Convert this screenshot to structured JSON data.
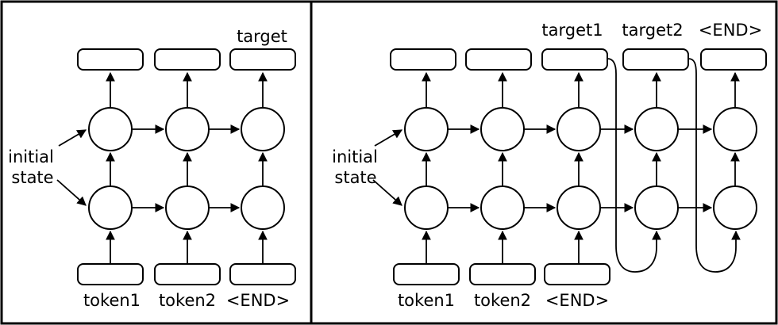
{
  "colors": {
    "ink": "#000000",
    "paper": "#ffffff"
  },
  "left_panel": {
    "target_label": "target",
    "input_labels": [
      "token1",
      "token2",
      "<END>"
    ],
    "initial_state": {
      "line1": "initial",
      "line2": "state"
    }
  },
  "right_panel": {
    "output_labels": [
      "target1",
      "target2",
      "<END>"
    ],
    "input_labels": [
      "token1",
      "token2",
      "<END>"
    ],
    "initial_state": {
      "line1": "initial",
      "line2": "state"
    }
  }
}
